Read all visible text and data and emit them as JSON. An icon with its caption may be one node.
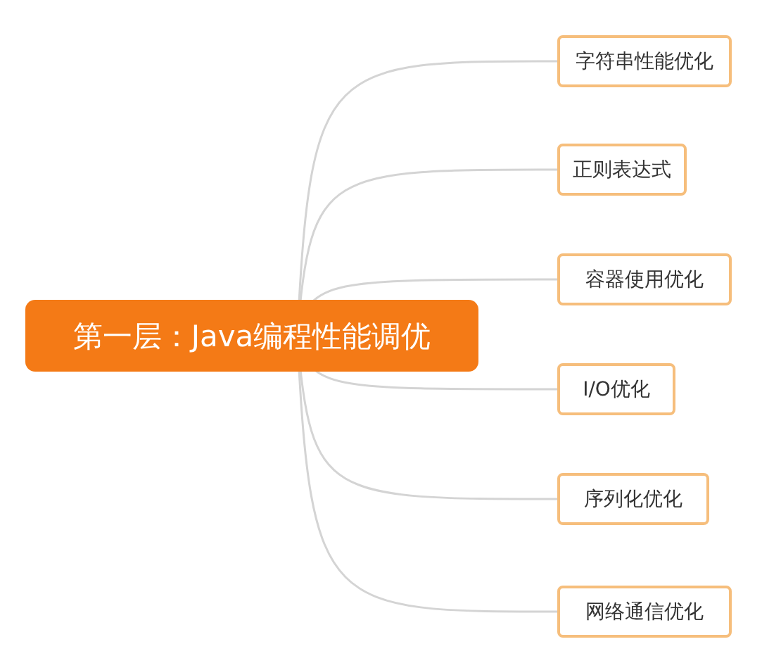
{
  "diagram": {
    "nodes": [
      {
        "text": [
          "第一层：Java编程性能调优"
        ]
      },
      {
        "text": [
          "字符串性能优化"
        ]
      },
      {
        "text": [
          "正则表达式"
        ]
      },
      {
        "text": [
          "容器使用优化"
        ]
      },
      {
        "text": [
          "I/O优化"
        ]
      },
      {
        "text": [
          "序列化优化"
        ]
      },
      {
        "text": [
          "网络通信优化"
        ]
      }
    ],
    "edges": [
      {
        "from": 0,
        "to": 1,
        "arrow": "none"
      },
      {
        "from": 0,
        "to": 2,
        "arrow": "none"
      },
      {
        "from": 0,
        "to": 3,
        "arrow": "none"
      },
      {
        "from": 0,
        "to": 4,
        "arrow": "none"
      },
      {
        "from": 0,
        "to": 5,
        "arrow": "none"
      },
      {
        "from": 0,
        "to": 6,
        "arrow": "none"
      }
    ]
  }
}
